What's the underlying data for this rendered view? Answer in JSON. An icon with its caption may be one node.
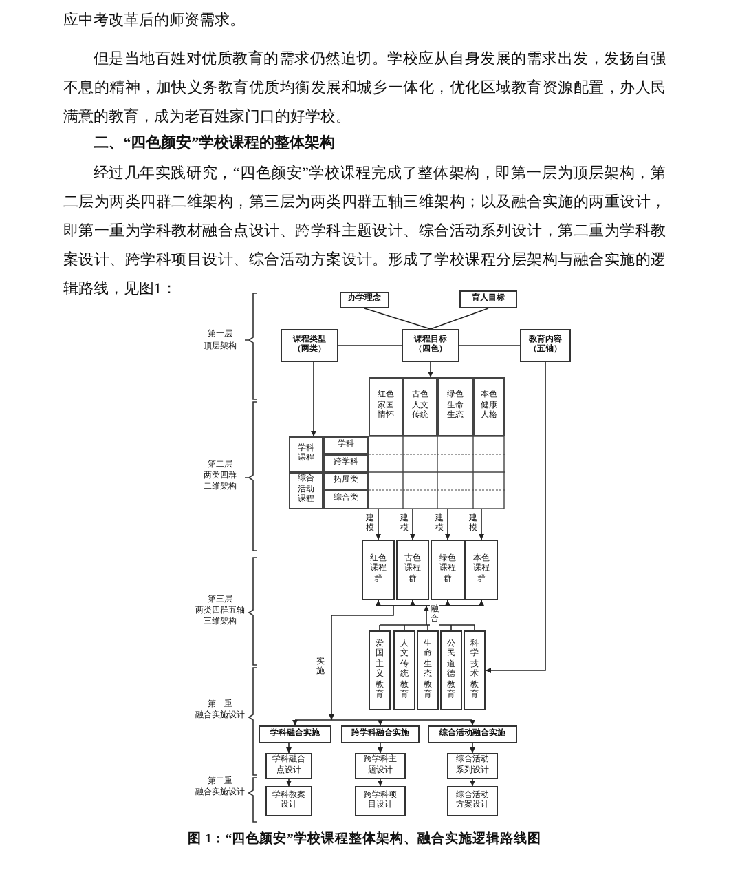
{
  "diagram": {
    "caption": "图 1：“四色颜安”学校课程整体架构、融合实施逻辑路线图",
    "nodes": [
      {
        "text": [
          "办学理念"
        ]
      },
      {
        "text": [
          "育人目标"
        ]
      },
      {
        "text": [
          "课程类型（两类）"
        ]
      },
      {
        "text": [
          "课程目标（四色）"
        ]
      },
      {
        "text": [
          "教育内容（五轴）"
        ]
      },
      {
        "text": [],
        "shape": "table"
      },
      {
        "text": [
          "红色课程群"
        ]
      },
      {
        "text": [
          "古色课程群"
        ]
      },
      {
        "text": [
          "绿色课程群"
        ]
      },
      {
        "text": [
          "本色课程群"
        ]
      },
      {
        "text": [
          "爱国主义教育"
        ]
      },
      {
        "text": [
          "人文传统教育"
        ]
      },
      {
        "text": [
          "生命生态教育"
        ]
      },
      {
        "text": [
          "公民道德教育"
        ]
      },
      {
        "text": [
          "科学技术教育"
        ]
      },
      {
        "text": [
          "学科融合实施"
        ]
      },
      {
        "text": [
          "跨学科融合实施"
        ]
      },
      {
        "text": [
          "综合活动融合实施"
        ]
      },
      {
        "text": [
          "学科融合点设计"
        ]
      },
      {
        "text": [
          "跨学科主题设计"
        ]
      },
      {
        "text": [
          "综合活动系列设计"
        ]
      },
      {
        "text": [
          "学科教案设计"
        ]
      },
      {
        "text": [
          "跨学科项目设计"
        ]
      },
      {
        "text": [
          "综合活动方案设计"
        ]
      }
    ],
    "edges": [
      {
        "from": 0,
        "to": 3,
        "arrow": "none"
      },
      {
        "from": 1,
        "to": 3,
        "arrow": "none"
      },
      {
        "from": 2,
        "to": 3,
        "arrow": "none"
      },
      {
        "from": 3,
        "to": 4,
        "arrow": "none"
      },
      {
        "from": 3,
        "to": 5,
        "arrow": "to"
      },
      {
        "from": 2,
        "to": 5,
        "arrow": "to"
      },
      {
        "from": 4,
        "to": 14,
        "arrow": "to"
      },
      {
        "from": 5,
        "to": 6,
        "arrow": "to",
        "label": "建模"
      },
      {
        "from": 5,
        "to": 7,
        "arrow": "to",
        "label": "建模"
      },
      {
        "from": 5,
        "to": 8,
        "arrow": "to",
        "label": "建模"
      },
      {
        "from": 5,
        "to": 9,
        "arrow": "to",
        "label": "建模"
      },
      {
        "from": 10,
        "to": 6,
        "arrow": "to",
        "label": "融合"
      },
      {
        "from": 10,
        "to": 7,
        "arrow": "to"
      },
      {
        "from": 10,
        "to": 8,
        "arrow": "to"
      },
      {
        "from": 10,
        "to": 9,
        "arrow": "to"
      },
      {
        "from": 11,
        "to": 6,
        "arrow": "to"
      },
      {
        "from": 11,
        "to": 7,
        "arrow": "to"
      },
      {
        "from": 11,
        "to": 8,
        "arrow": "to"
      },
      {
        "from": 11,
        "to": 9,
        "arrow": "to"
      },
      {
        "from": 12,
        "to": 6,
        "arrow": "to"
      },
      {
        "from": 12,
        "to": 7,
        "arrow": "to"
      },
      {
        "from": 12,
        "to": 8,
        "arrow": "to"
      },
      {
        "from": 12,
        "to": 9,
        "arrow": "to"
      },
      {
        "from": 13,
        "to": 6,
        "arrow": "to"
      },
      {
        "from": 13,
        "to": 7,
        "arrow": "to"
      },
      {
        "from": 13,
        "to": 8,
        "arrow": "to"
      },
      {
        "from": 13,
        "to": 9,
        "arrow": "to"
      },
      {
        "from": 14,
        "to": 6,
        "arrow": "to"
      },
      {
        "from": 14,
        "to": 7,
        "arrow": "to"
      },
      {
        "from": 14,
        "to": 8,
        "arrow": "to"
      },
      {
        "from": 14,
        "to": 9,
        "arrow": "to"
      },
      {
        "from": 6,
        "to": 15,
        "arrow": "to",
        "label": "实施"
      },
      {
        "from": 6,
        "to": 16,
        "arrow": "to"
      },
      {
        "from": 6,
        "to": 17,
        "arrow": "to"
      },
      {
        "from": 7,
        "to": 15,
        "arrow": "to"
      },
      {
        "from": 7,
        "to": 16,
        "arrow": "to"
      },
      {
        "from": 7,
        "to": 17,
        "arrow": "to"
      },
      {
        "from": 8,
        "to": 15,
        "arrow": "to"
      },
      {
        "from": 8,
        "to": 16,
        "arrow": "to"
      },
      {
        "from": 8,
        "to": 17,
        "arrow": "to"
      },
      {
        "from": 9,
        "to": 15,
        "arrow": "to"
      },
      {
        "from": 9,
        "to": 16,
        "arrow": "to"
      },
      {
        "from": 9,
        "to": 17,
        "arrow": "to"
      },
      {
        "from": 15,
        "to": 18,
        "arrow": "to"
      },
      {
        "from": 16,
        "to": 19,
        "arrow": "to"
      },
      {
        "from": 17,
        "to": 20,
        "arrow": "to"
      },
      {
        "from": 18,
        "to": 21,
        "arrow": "to"
      },
      {
        "from": 19,
        "to": 22,
        "arrow": "to"
      },
      {
        "from": 20,
        "to": 23,
        "arrow": "to"
      }
    ],
    "labels": [
      "应中考改革后的师资需求。",
      "但是当地百姓对优质教育的需求仍然迫切。学校应从自身发展的需求出发，发扬自强不息的精神，加快义务教育优质均衡发展和城乡一体化，优化区域教育资源配置，办人民满意的教育，成为老百姓家门口的好学校。",
      "二、“四色颜安”学校课程的整体架构",
      "经过几年实践研究，“四色颜安”学校课程完成了整体架构，即第一层为顶层架构，第二层为两类四群二维架构，第三层为两类四群五轴三维架构；以及融合实施的两重设计，即第一重为学科教材融合点设计、跨学科主题设计、综合活动系列设计，第二重为学科教案设计、跨学科项目设计、综合活动方案设计。形成了学校课程分层架构与融合实施的逻辑路线，见图1：",
      "第一层",
      "顶层架构",
      "红色家国情怀",
      "古色人文传统",
      "绿色生命生态",
      "本色健康人格",
      "学科课程",
      "学科",
      "跨学科",
      "综合活动课程",
      "拓展类",
      "综合类",
      "第二层",
      "两类四群二维架构",
      "第三层",
      "两类四群五轴三维架构",
      "第一重",
      "融合实施设计",
      "第二重",
      "融合实施设计"
    ]
  }
}
